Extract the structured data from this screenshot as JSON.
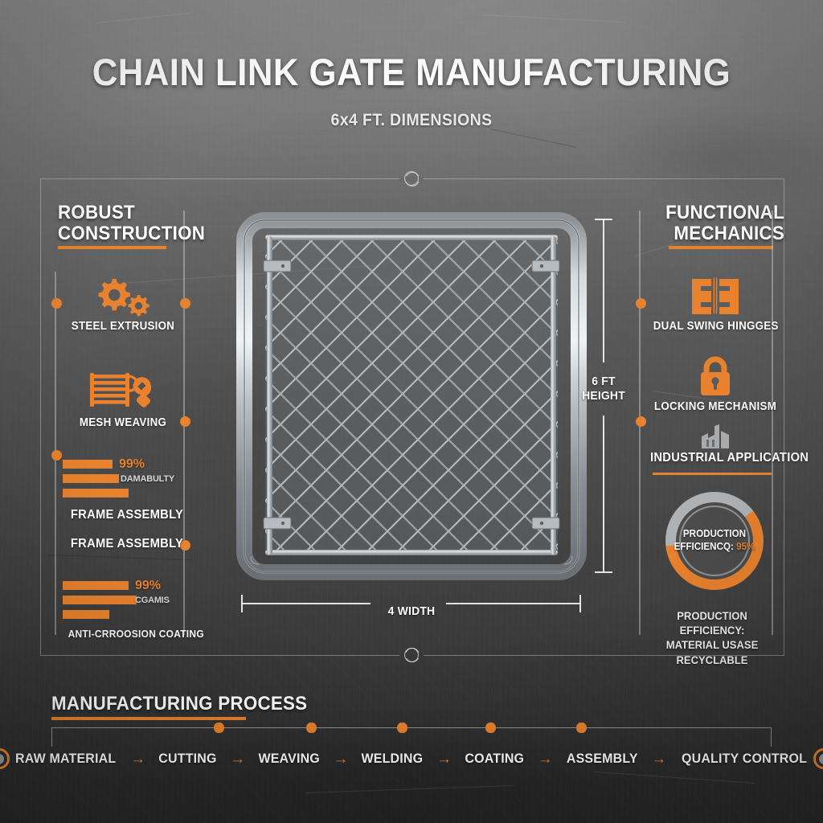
{
  "header": {
    "title": "CHAIN LINK GATE MANUFACTURING",
    "subtitle": "6x4 FT. DIMENSIONS"
  },
  "colors": {
    "accent_orange": "#E8822E",
    "text_white": "#FFFFFF",
    "rail_grey": "#DCDCDC",
    "donut_track": "#AFAFAF",
    "bg_top": "#8F8F8F",
    "bg_bottom": "#282828"
  },
  "left_panel": {
    "heading_line1": "ROBUST",
    "heading_line2": "CONSTRUCTION",
    "items": [
      {
        "icon": "gears-icon",
        "label": "STEEL EXTRUSION"
      },
      {
        "icon": "wire-spool-wrench-icon",
        "label": "MESH WEAVING"
      },
      {
        "icon": "bar-chart-icon",
        "label": "FRAME ASSEMBLY",
        "label_alt": "FRAME ASSEMBLY",
        "pct": "99%",
        "sub": "DAMABULTY"
      },
      {
        "icon": "bar-chart-icon",
        "label": "ANTI-CRROOSION COATING",
        "pct": "99%",
        "sub": "CGAMIS"
      }
    ]
  },
  "right_panel": {
    "heading_line1": "FUNCTIONAL",
    "heading_line2": "MECHANICS",
    "items": [
      {
        "icon": "hinge-icon",
        "label": "DUAL SWING HINGGES"
      },
      {
        "icon": "padlock-icon",
        "label": "LOCKING MECHANISM"
      },
      {
        "icon": "factory-icon",
        "label": "INDUSTRIAL APPLICATION"
      }
    ],
    "donut": {
      "label_line1": "PRODUCTION",
      "label_line2_prefix": "EFFICIENCQ: ",
      "value": "95%",
      "caption_line1": "PRODUCTION EFFICIENCY:",
      "caption_line2": "MATERIAL USASE RECYCLABLE"
    }
  },
  "dimensions": {
    "height_line1": "6 FT",
    "height_line2": "HEIGHT",
    "width_label": "4 WIDTH"
  },
  "process": {
    "heading": "MANUFACTURING PROCESS",
    "arrow": "→",
    "steps": [
      "RAW MATERIAL",
      "CUTTING",
      "WEAVING",
      "WELDING",
      "COATING",
      "ASSEMBLY",
      "QUALITY CONTROL"
    ]
  },
  "chart_data": [
    {
      "type": "bar",
      "title": "FRAME ASSEMBLY",
      "categories": [
        "bar1",
        "bar2",
        "bar3"
      ],
      "values": [
        62,
        70,
        82
      ],
      "data_label": "99%",
      "sub_label": "DAMABULTY",
      "orientation": "horizontal",
      "xlabel": "",
      "ylabel": "",
      "grid": false
    },
    {
      "type": "bar",
      "title": "ANTI-CRROOSION COATING",
      "categories": [
        "bar1",
        "bar2",
        "bar3"
      ],
      "values": [
        82,
        92,
        58
      ],
      "data_label": "99%",
      "sub_label": "CGAMIS",
      "orientation": "horizontal",
      "xlabel": "",
      "ylabel": "",
      "grid": false
    },
    {
      "type": "pie",
      "subtype": "donut",
      "title": "PRODUCTION EFFICIENCY",
      "labels": [
        "Efficiency",
        "Remainder"
      ],
      "values": [
        60,
        40
      ],
      "display_value": "95%",
      "colors": [
        "#E8822E",
        "#AFAFAF"
      ],
      "legend": "none"
    }
  ]
}
